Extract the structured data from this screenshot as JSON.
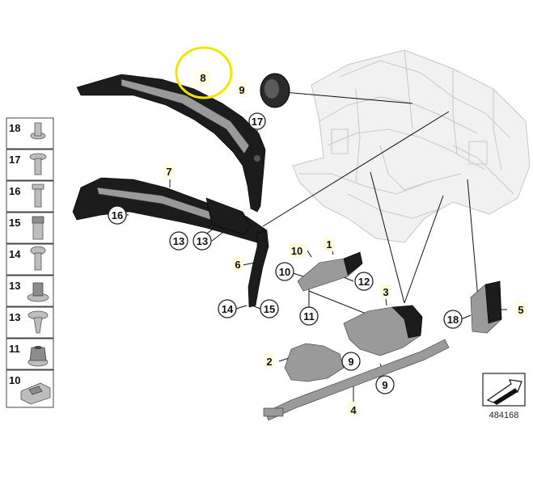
{
  "diagram": {
    "highlighted_part": "8",
    "highlight_color": "#f2e600",
    "reference_number": "484168",
    "callouts": {
      "c1": "1",
      "c2": "2",
      "c3": "3",
      "c4": "4",
      "c5": "5",
      "c6": "6",
      "c7": "7",
      "c8": "8",
      "c9a": "9",
      "c9b": "9",
      "c9c": "9",
      "c10a": "10",
      "c10b": "10",
      "c11": "11",
      "c12": "12",
      "c13a": "13",
      "c13b": "13",
      "c14": "14",
      "c15": "15",
      "c16": "16",
      "c17": "17",
      "c18": "18"
    },
    "fastener_table": [
      {
        "number": "18",
        "icon": "cap-screw-icon"
      },
      {
        "number": "17",
        "icon": "flange-screw-icon"
      },
      {
        "number": "16",
        "icon": "hex-bolt-icon"
      },
      {
        "number": "15",
        "icon": "sleeve-nut-icon"
      },
      {
        "number": "14",
        "icon": "torx-bolt-icon"
      },
      {
        "number": "13",
        "icon": "collar-nut-icon"
      },
      {
        "number": "13",
        "icon": "push-rivet-icon"
      },
      {
        "number": "11",
        "icon": "hex-nut-icon"
      },
      {
        "number": "10",
        "icon": "clip-nut-icon"
      }
    ]
  }
}
